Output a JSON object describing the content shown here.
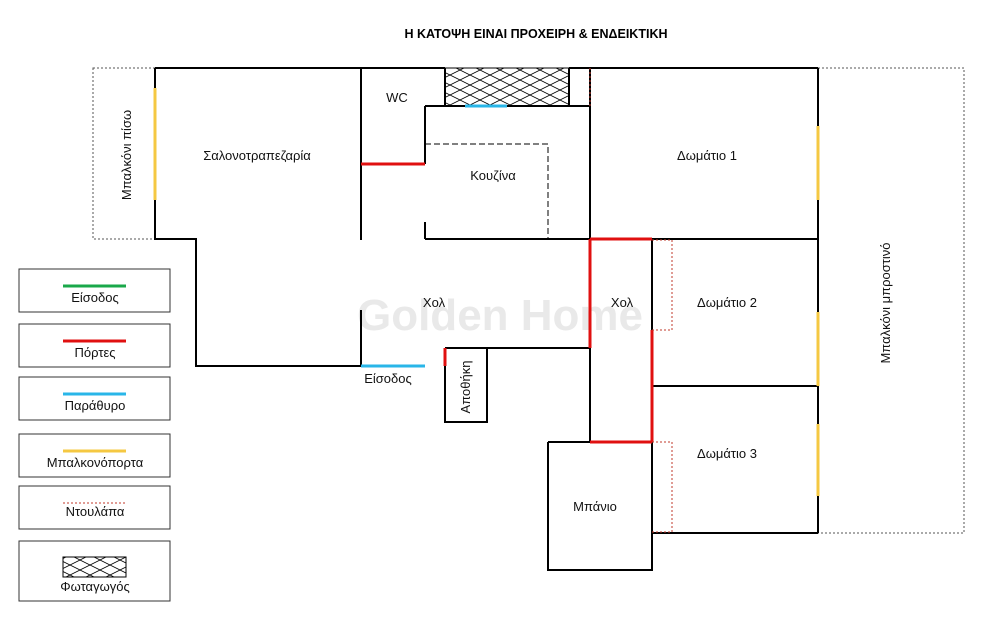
{
  "title": "Η ΚΑΤΟΨΗ ΕΙΝΑΙ ΠΡΟΧΕΙΡΗ & ΕΝΔΕΙΚΤΙΚΗ",
  "watermark": "Golden Home",
  "rooms": {
    "back_balcony": "Μπαλκόνι πίσω",
    "living_dining": "Σαλονοτραπεζαρία",
    "wc": "WC",
    "kitchen": "Κουζίνα",
    "hall_main": "Χολ",
    "entrance": "Είσοδος",
    "storage": "Αποθήκη",
    "hall_2": "Χολ",
    "room_1": "Δωμάτιο 1",
    "room_2": "Δωμάτιο 2",
    "room_3": "Δωμάτιο 3",
    "bathroom": "Μπάνιο",
    "front_balcony": "Μπαλκόνι μπροστινό"
  },
  "legend": [
    {
      "label": "Είσοδος",
      "style": "line",
      "color": "#1aa84a"
    },
    {
      "label": "Πόρτες",
      "style": "line",
      "color": "#e01010"
    },
    {
      "label": "Παράθυρο",
      "style": "line",
      "color": "#29b6e8"
    },
    {
      "label": "Μπαλκονόπορτα",
      "style": "line",
      "color": "#f5c842"
    },
    {
      "label": "Ντουλάπα",
      "style": "dotted",
      "color": "#c0392b"
    },
    {
      "label": "Φωταγωγός",
      "style": "crosshatch",
      "color": "#000000"
    }
  ],
  "colors": {
    "wall": "#000000",
    "door": "#e01010",
    "window": "#29b6e8",
    "balcony_door": "#f5c842",
    "wardrobe": "#c0392b",
    "dashed_outline": "#555555"
  }
}
